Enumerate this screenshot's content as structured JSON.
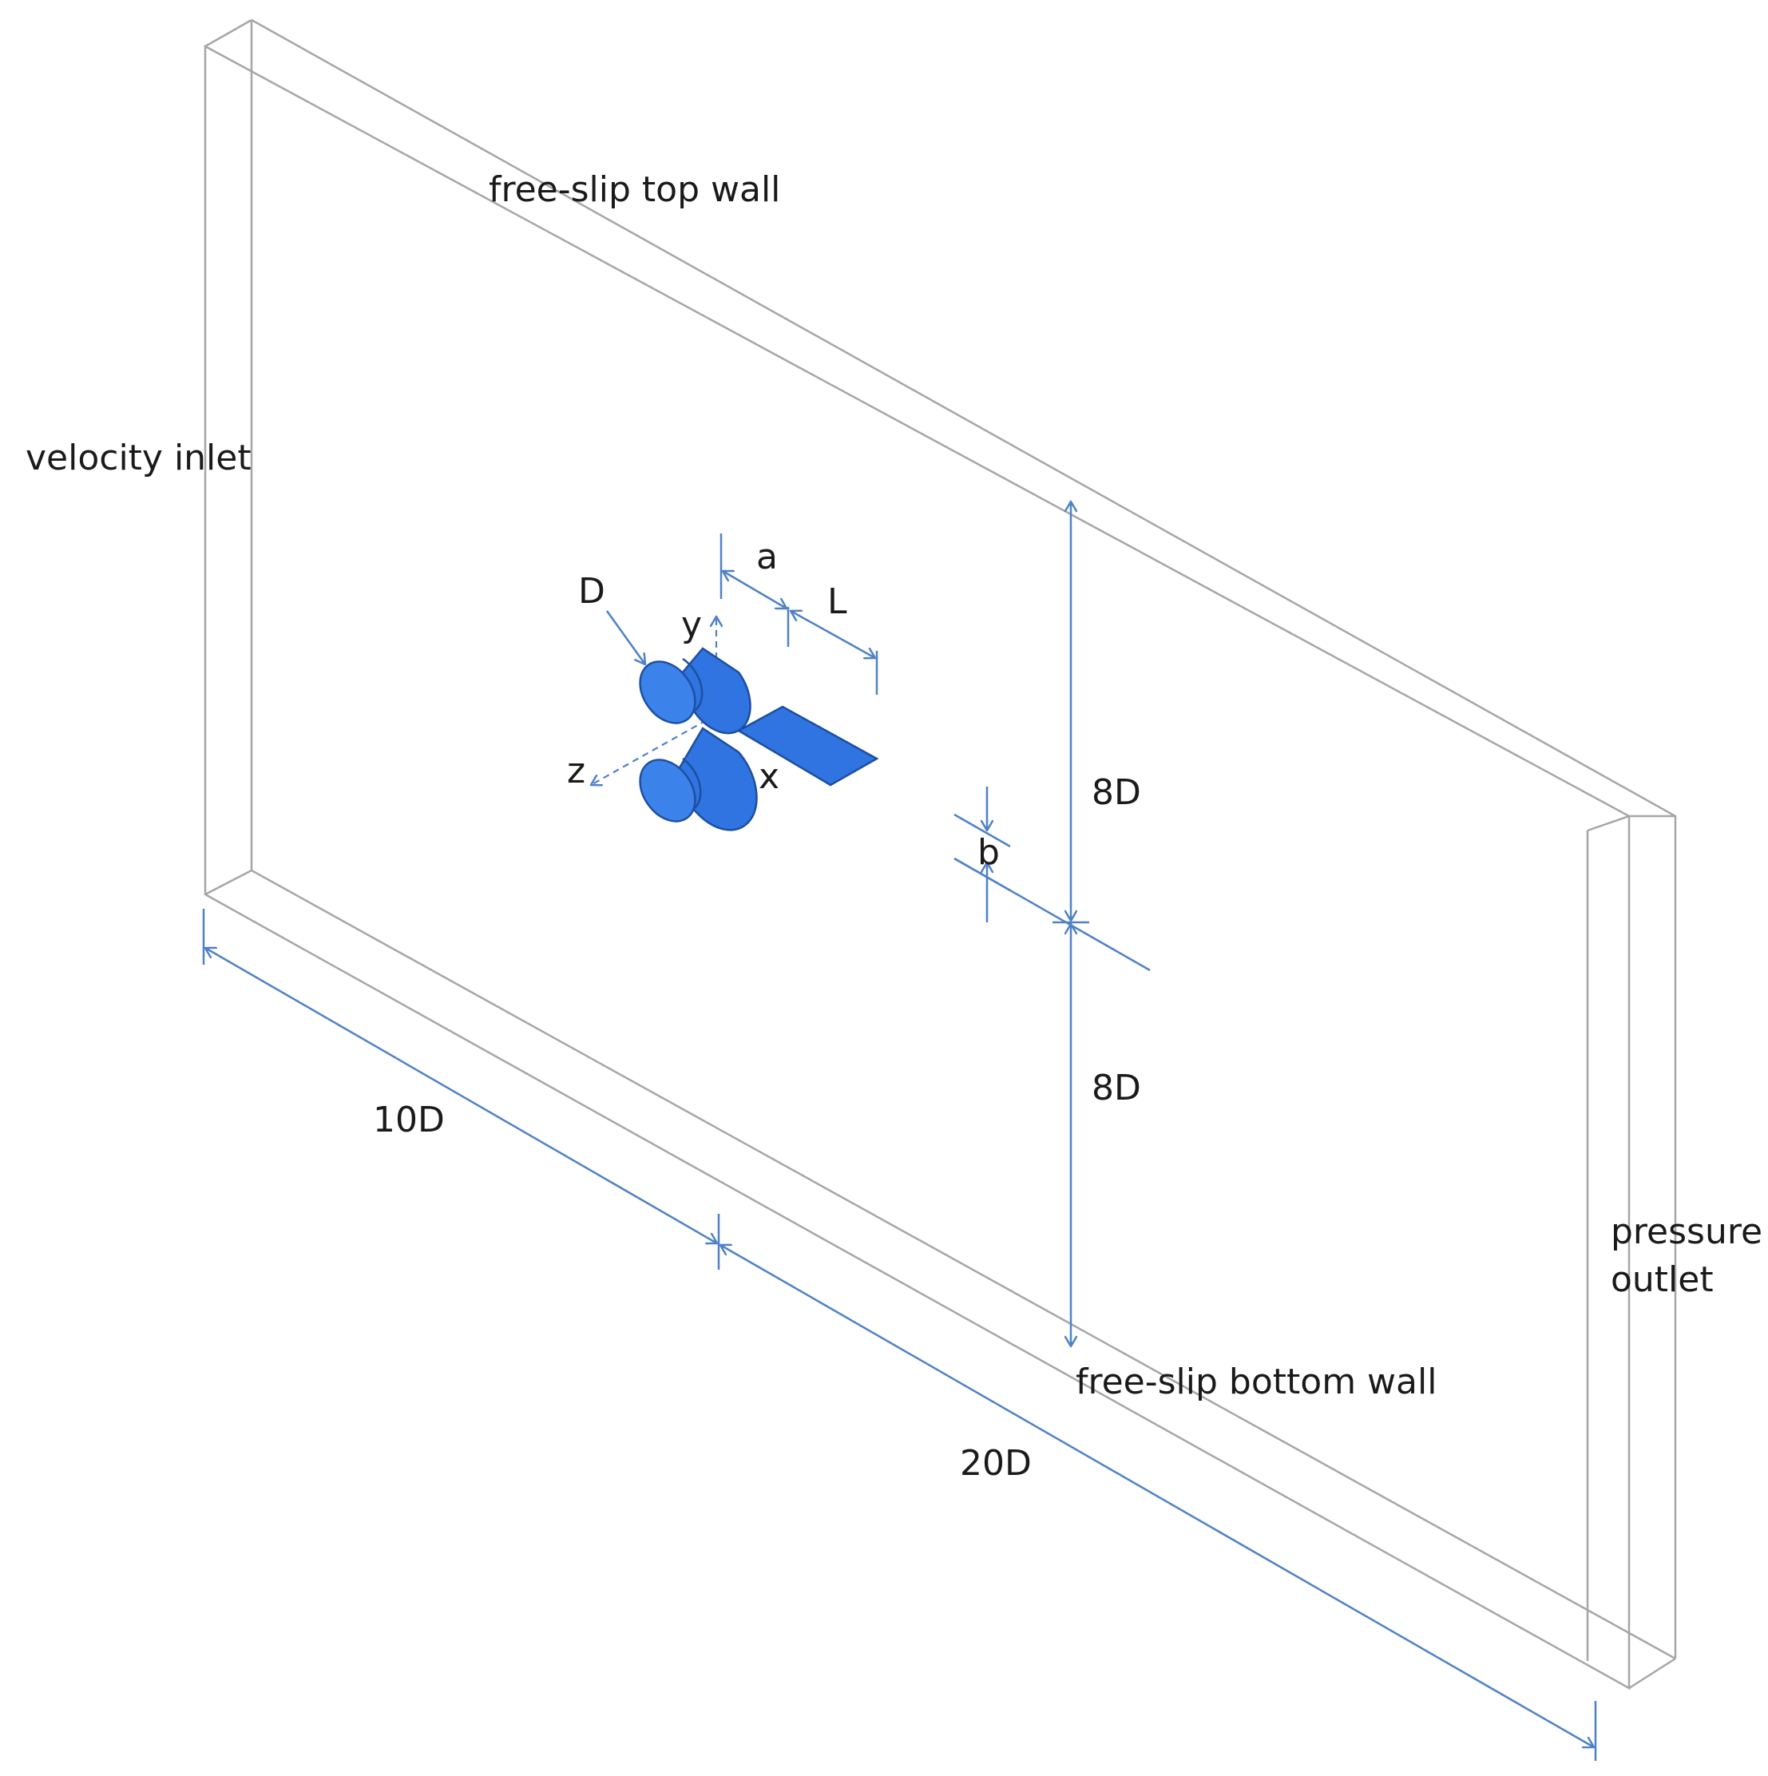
{
  "labels": {
    "top_wall": "free-slip top wall",
    "bottom_wall": "free-slip bottom  wall",
    "inlet": "velocity inlet",
    "outlet_line1": "pressure",
    "outlet_line2": "outlet",
    "diameter": "D",
    "gap_a": "a",
    "plate_length": "L",
    "offset_b": "b",
    "height_upper": "8D",
    "height_lower": "8D",
    "length_upstream": "10D",
    "length_total": "20D",
    "axis_x": "x",
    "axis_y": "y",
    "axis_z": "z"
  },
  "colors": {
    "domain_edges": "#a6a6a6",
    "dimension_lines": "#4f81c7",
    "bodies": "#2f74e0"
  }
}
